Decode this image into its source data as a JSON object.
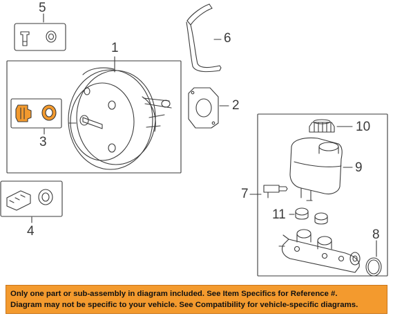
{
  "callouts": {
    "c1": "1",
    "c2": "2",
    "c3": "3",
    "c4": "4",
    "c5": "5",
    "c6": "6",
    "c7": "7",
    "c8": "8",
    "c9": "9",
    "c10": "10",
    "c11": "11"
  },
  "notice": {
    "line1": "Only one part or sub-assembly in diagram included. See Item Specifics for Reference #.",
    "line2": "Diagram may not be specific to your vehicle. See Compatibility for vehicle-specific diagrams."
  },
  "colors": {
    "line": "#3a3a3a",
    "highlight": "#f39a2e",
    "banner": "#f39a2e"
  }
}
